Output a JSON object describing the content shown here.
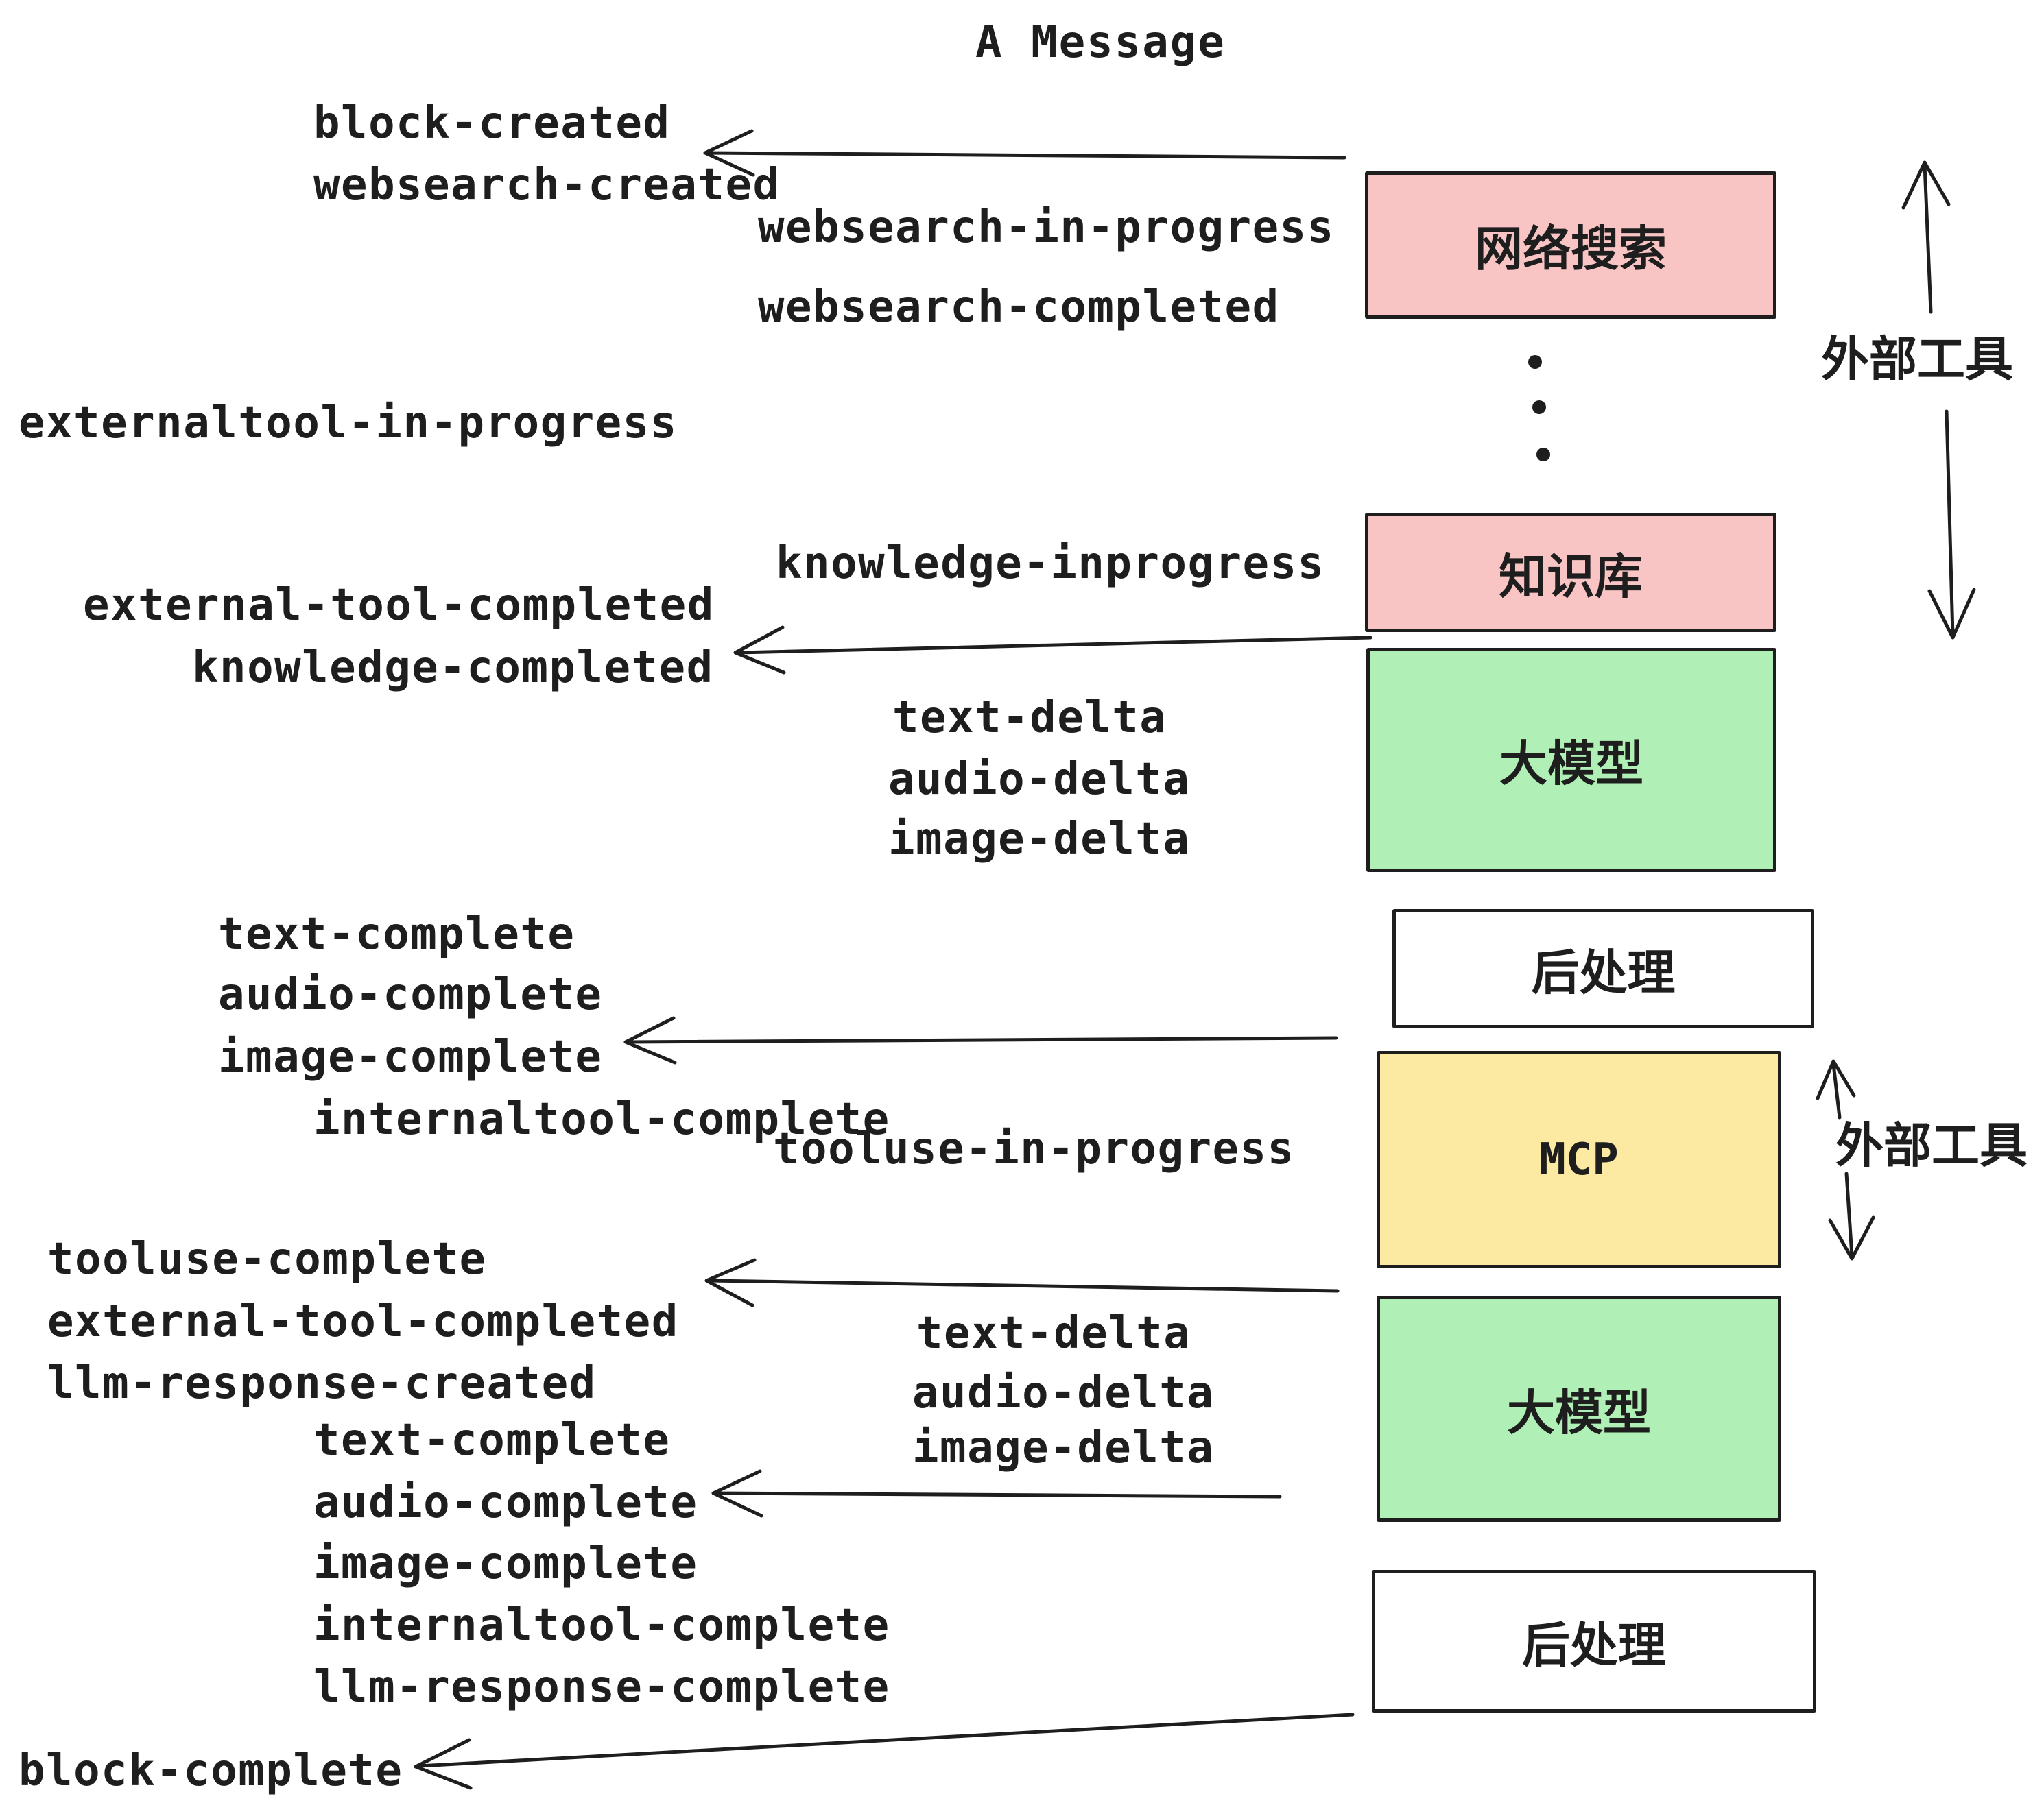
{
  "title": "A Message",
  "labels": {
    "block_created": "block-created",
    "websearch_created": "websearch-created",
    "websearch_in_progress": "websearch-in-progress",
    "websearch_completed": "websearch-completed",
    "externaltool_in_progress": "externaltool-in-progress",
    "knowledge_inprogress": "knowledge-inprogress",
    "external_tool_completed": "external-tool-completed",
    "knowledge_completed": "knowledge-completed",
    "text_delta": "text-delta",
    "audio_delta": "audio-delta",
    "image_delta": "image-delta",
    "text_complete": "text-complete",
    "audio_complete": "audio-complete",
    "image_complete": "image-complete",
    "internaltool_complete": "internaltool-complete",
    "tooluse_in_progress": "tooluse-in-progress",
    "tooluse_complete": "tooluse-complete",
    "external_tool_completed_2": "external-tool-completed",
    "llm_response_created": "llm-response-created",
    "text_complete_2": "text-complete",
    "audio_complete_2": "audio-complete",
    "image_complete_2": "image-complete",
    "internaltool_complete_2": "internaltool-complete",
    "llm_response_complete": "llm-response-complete",
    "block_complete": "block-complete",
    "text_delta_2": "text-delta",
    "audio_delta_2": "audio-delta",
    "image_delta_2": "image-delta"
  },
  "boxes": {
    "websearch": "网络搜索",
    "knowledge": "知识库",
    "llm_1": "大模型",
    "postprocess_1": "后处理",
    "mcp": "MCP",
    "llm_2": "大模型",
    "postprocess_2": "后处理"
  },
  "annotations": {
    "external_tools_top": "外部工具",
    "external_tools_bottom": "外部工具"
  },
  "colors": {
    "pink": "#f9c5c4",
    "green": "#b0f0b6",
    "yellow": "#fce9a2",
    "white": "#ffffff",
    "ink": "#1e1e1e"
  }
}
